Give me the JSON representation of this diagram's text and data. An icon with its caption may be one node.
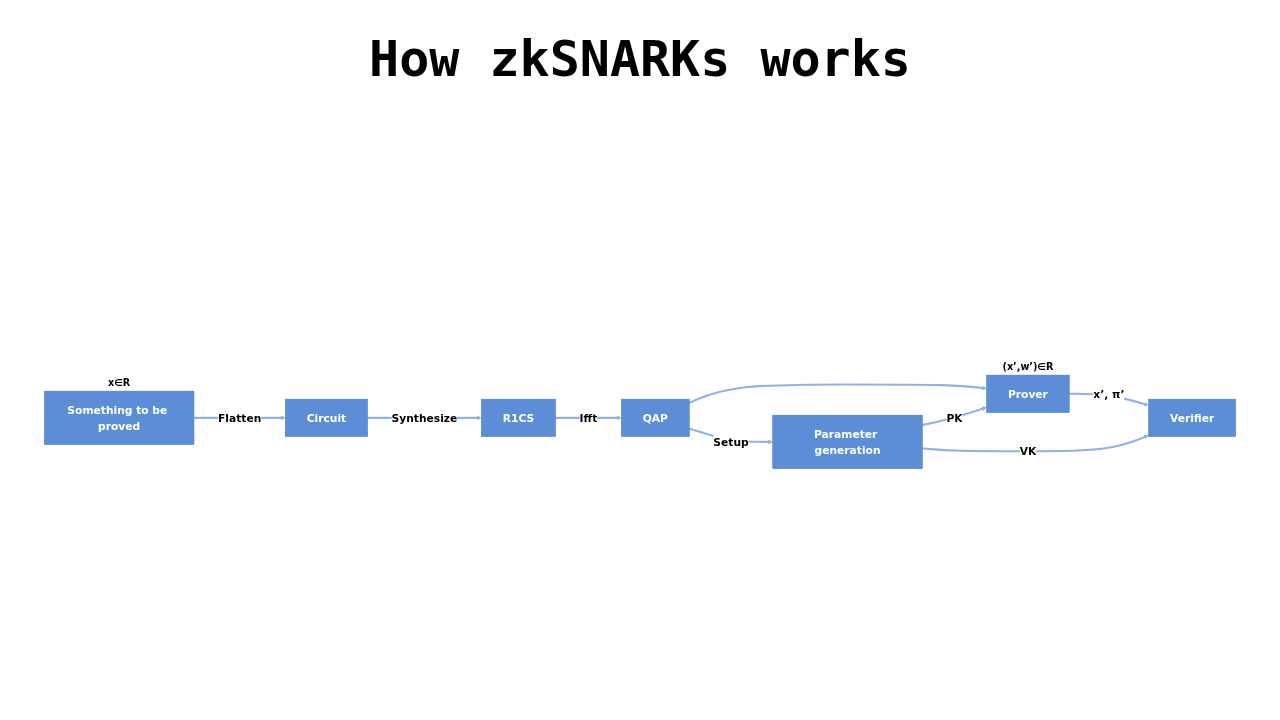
{
  "diagram": {
    "title": "How zkSNARKs works",
    "nodes": [
      {
        "text": [
          "Something to be proved"
        ],
        "beside": [
          "x∈R"
        ]
      },
      {
        "text": [
          "Circuit"
        ]
      },
      {
        "text": [
          "R1CS"
        ]
      },
      {
        "text": [
          "QAP"
        ]
      },
      {
        "text": [
          "Prover"
        ],
        "beside": [
          "(x’,w’)∈R"
        ]
      },
      {
        "text": [
          "Verifier"
        ]
      },
      {
        "text": [
          "Parameter generation"
        ]
      }
    ],
    "edges": [
      {
        "from": 0,
        "to": 1,
        "arrow": "to",
        "label": "Flatten"
      },
      {
        "from": 1,
        "to": 2,
        "arrow": "to",
        "label": "Synthesize"
      },
      {
        "from": 2,
        "to": 3,
        "arrow": "to",
        "label": "Ifft"
      },
      {
        "from": 3,
        "to": 4,
        "arrow": "to"
      },
      {
        "from": 3,
        "to": 6,
        "arrow": "to",
        "label": "Setup"
      },
      {
        "from": 6,
        "to": 4,
        "arrow": "to",
        "label": "PK"
      },
      {
        "from": 6,
        "to": 5,
        "arrow": "to",
        "label": "VK"
      },
      {
        "from": 4,
        "to": 5,
        "arrow": "to",
        "label": "x’, π’"
      }
    ]
  }
}
